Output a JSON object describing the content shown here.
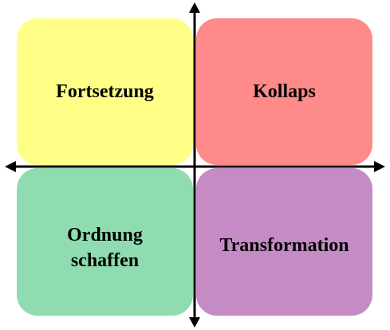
{
  "quadrants": {
    "top_left": {
      "label": "Fortsetzung",
      "color": "#FFFF88"
    },
    "top_right": {
      "label": "Kollaps",
      "color": "#FF8A8A"
    },
    "bottom_left": {
      "label": "Ordnung\nschaffen",
      "color": "#8EDCB0"
    },
    "bottom_right": {
      "label": "Transformation",
      "color": "#C58BC5"
    }
  },
  "axes": {
    "color": "#000000"
  }
}
